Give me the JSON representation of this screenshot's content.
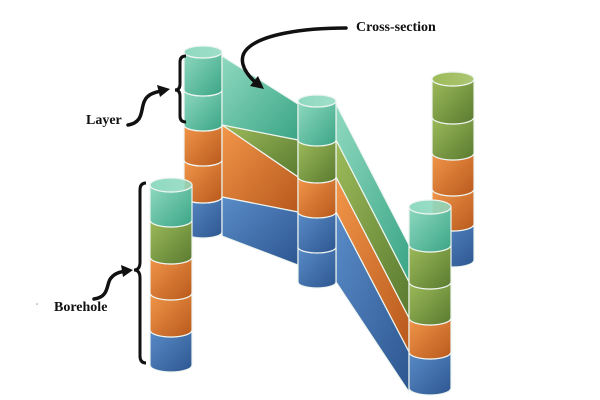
{
  "labels": {
    "cross_section": "Cross-section",
    "layer": "Layer",
    "borehole": "Borehole"
  },
  "layer_colors": {
    "teal": {
      "light": "#8fd9c0",
      "dark": "#3aa585"
    },
    "green": {
      "light": "#9dbb5a",
      "dark": "#5a7a30"
    },
    "orange": {
      "light": "#f2964a",
      "dark": "#b8591c"
    },
    "blue": {
      "light": "#5a8cc8",
      "dark": "#2d5690"
    }
  },
  "boreholes": [
    {
      "id": "A",
      "layers": [
        "teal",
        "teal",
        "orange",
        "orange",
        "blue"
      ]
    },
    {
      "id": "B",
      "layers": [
        "teal",
        "green",
        "orange",
        "orange",
        "blue"
      ]
    },
    {
      "id": "C",
      "layers": [
        "teal",
        "green",
        "orange",
        "blue",
        "blue"
      ]
    },
    {
      "id": "D",
      "layers": [
        "green",
        "green",
        "orange",
        "orange",
        "blue"
      ]
    },
    {
      "id": "E",
      "layers": [
        "teal",
        "green",
        "green",
        "orange",
        "blue"
      ]
    }
  ],
  "cross_sections": [
    {
      "from": "A",
      "to": "C",
      "units": [
        "teal",
        "green",
        "orange",
        "blue"
      ]
    },
    {
      "from": "C",
      "to": "E",
      "units": [
        "teal",
        "green",
        "orange",
        "blue"
      ]
    }
  ]
}
